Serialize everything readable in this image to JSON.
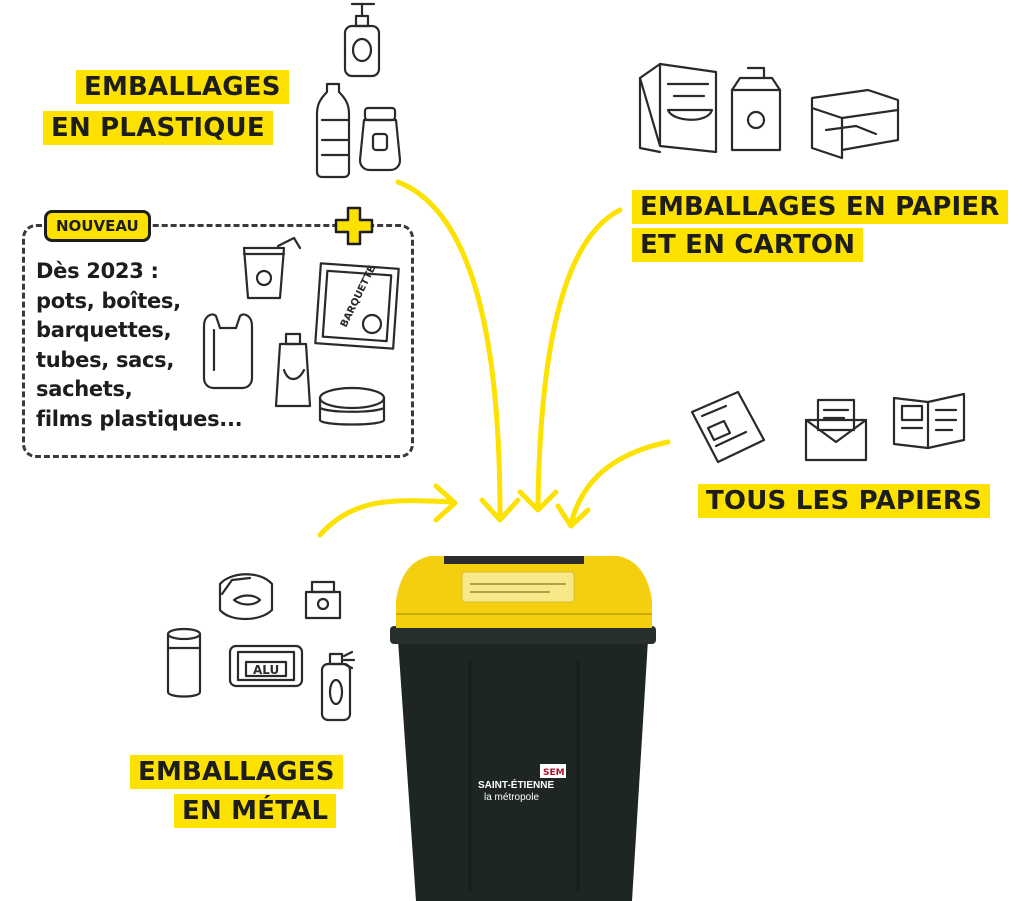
{
  "labels": {
    "plastique": [
      "EMBALLAGES",
      "EN PLASTIQUE"
    ],
    "papier_carton": [
      "EMBALLAGES EN PAPIER",
      "ET EN CARTON"
    ],
    "papiers": [
      "TOUS LES PAPIERS"
    ],
    "metal": [
      "EMBALLAGES",
      "EN MÉTAL"
    ]
  },
  "nouveau": {
    "badge": "NOUVEAU",
    "lines": [
      "Dès 2023 :",
      "pots, boîtes,",
      "barquettes,",
      "tubes, sacs,",
      "sachets,",
      "films plastiques..."
    ]
  },
  "icon_labels": {
    "barquette": "BARQUETTE",
    "alu": "ALU"
  },
  "bin": {
    "brand": "SAINT-ÉTIENNE",
    "sub": "la métropole",
    "tag": "SEM"
  },
  "colors": {
    "accent": "#fde100",
    "bin_body": "#1e2623",
    "ink": "#2a2a2a"
  },
  "icons": {
    "plastique": [
      "pump-bottle-icon",
      "water-bottle-icon",
      "sauce-bottle-icon"
    ],
    "papier_carton": [
      "cereal-box-icon",
      "juice-carton-icon",
      "pizza-box-icon"
    ],
    "papiers": [
      "newspaper-icon",
      "envelope-icon",
      "magazine-icon"
    ],
    "nouveau": [
      "yogurt-pot-icon",
      "tray-icon",
      "plastic-bag-icon",
      "toothpaste-tube-icon",
      "round-box-icon",
      "plus-icon"
    ],
    "metal": [
      "can-icon",
      "sardine-tin-icon",
      "coffee-capsule-icon",
      "alu-tray-icon",
      "aerosol-icon"
    ]
  }
}
